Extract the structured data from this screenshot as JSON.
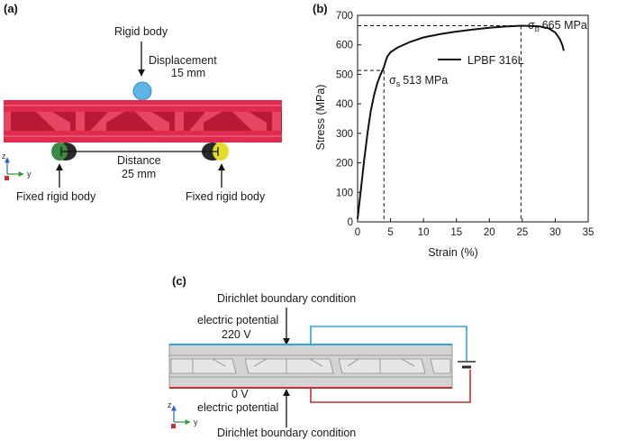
{
  "panel_a": {
    "label": "(a)",
    "top_body": "Rigid body",
    "displacement_label": "Displacement",
    "displacement_value": "15 mm",
    "distance_label": "Distance",
    "distance_value": "25 mm",
    "left_support": "Fixed rigid body",
    "right_support": "Fixed rigid body",
    "axis_z": "z",
    "axis_y": "y",
    "colors": {
      "structure": "#e02a4e",
      "top_roller": "#5fb4e6",
      "left_roller": "#3d8a45",
      "right_roller": "#e3dd2a"
    }
  },
  "panel_b": {
    "label": "(b)",
    "legend": "LPBF 316L",
    "uts_symbol": "σ",
    "uts_sub": "b",
    "uts_text": "665 MPa",
    "ys_symbol": "σ",
    "ys_sub": "s",
    "ys_text": "513 MPa"
  },
  "chart_data": {
    "type": "line",
    "xlabel": "Strain (%)",
    "ylabel": "Stress (MPa)",
    "xlim": [
      0,
      35
    ],
    "ylim": [
      0,
      700
    ],
    "xticks": [
      0,
      5,
      10,
      15,
      20,
      25,
      30,
      35
    ],
    "yticks": [
      0,
      100,
      200,
      300,
      400,
      500,
      600,
      700
    ],
    "series": [
      {
        "name": "LPBF 316L",
        "x": [
          0,
          0.5,
          1.0,
          1.5,
          2.0,
          2.5,
          3.0,
          3.5,
          4.0,
          4.2,
          4.5,
          5.0,
          6,
          8,
          10,
          12.5,
          15,
          17.5,
          20,
          22.5,
          25,
          27.5,
          29,
          30,
          30.7,
          31.1,
          31.3
        ],
        "y": [
          10,
          110,
          210,
          300,
          375,
          430,
          470,
          500,
          525,
          540,
          560,
          575,
          590,
          610,
          625,
          636,
          645,
          652,
          658,
          662,
          665,
          663,
          656,
          642,
          620,
          598,
          580
        ]
      }
    ],
    "reference_lines": [
      {
        "name": "σs",
        "x": 4.0,
        "y": 513
      },
      {
        "name": "σb",
        "x": 24.8,
        "y": 665
      }
    ],
    "grid": false
  },
  "panel_c": {
    "label": "(c)",
    "top_condition": "Dirichlet boundary condition",
    "top_potential_label": "electric potential",
    "top_potential_value": "220 V",
    "bottom_potential_value": "0 V",
    "bottom_potential_label": "electric potential",
    "bottom_condition": "Dirichlet boundary condition",
    "axis_z": "z",
    "axis_y": "y",
    "colors": {
      "wire_top": "#2aa7dd",
      "wire_bottom": "#d12a2a",
      "plate": "#d3d3d3"
    }
  }
}
